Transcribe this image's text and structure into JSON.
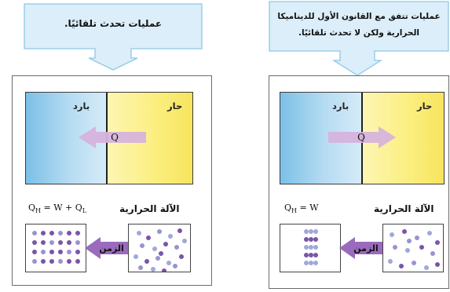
{
  "left_panel": {
    "caption": "عمليات تحدث تلقائيًا.",
    "hot_label": "حار",
    "cold_label": "بارد",
    "heat_label": "Q",
    "heat_arrow_direction": "toward-cold",
    "formula": {
      "lhs": "Q",
      "lhs_sub": "H",
      "mid": " = W + Q",
      "mid_sub": "L"
    },
    "engine_title": "الآلة الحرارية",
    "time_label": "الزمن",
    "ordered_state": "grid",
    "disordered_state": "scattered"
  },
  "right_panel": {
    "caption_line1": "عمليات تتفق مع القانون الأول للديناميكا",
    "caption_line2": "الحرارية ولكن لا تحدث تلقائيًا.",
    "hot_label": "حار",
    "cold_label": "بارد",
    "heat_label": "Q",
    "heat_arrow_direction": "toward-hot",
    "formula": {
      "lhs": "Q",
      "lhs_sub": "H",
      "mid": " = W"
    },
    "engine_title": "الآلة الحرارية",
    "time_label": "الزمن",
    "ordered_state": "stacked",
    "disordered_state": "scattered"
  },
  "colors": {
    "callout_fill": "#dbeef9",
    "callout_stroke": "#8fc7e8",
    "time_arrow": "#9a6bbd",
    "heat_arrow": "#d6b3dc",
    "particle_dark": "#7a55a8",
    "particle_light": "#9b92cf",
    "particle_blue": "#9fa8d8"
  }
}
